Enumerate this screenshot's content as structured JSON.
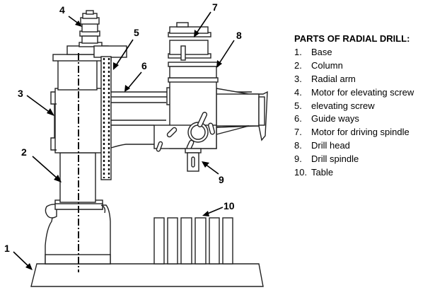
{
  "legend": {
    "title": "PARTS OF RADIAL DRILL:",
    "items": [
      {
        "num": "1.",
        "label": "Base"
      },
      {
        "num": "2.",
        "label": "Column"
      },
      {
        "num": "3.",
        "label": "Radial arm"
      },
      {
        "num": "4.",
        "label": "Motor for elevating screw"
      },
      {
        "num": "5.",
        "label": "elevating screw"
      },
      {
        "num": "6.",
        "label": "Guide ways"
      },
      {
        "num": "7.",
        "label": "Motor for driving spindle"
      },
      {
        "num": "8.",
        "label": "Drill head"
      },
      {
        "num": "9.",
        "label": "Drill spindle"
      },
      {
        "num": "10.",
        "label": "Table"
      }
    ]
  },
  "callouts": [
    "1",
    "2",
    "3",
    "4",
    "5",
    "6",
    "7",
    "8",
    "9",
    "10"
  ]
}
